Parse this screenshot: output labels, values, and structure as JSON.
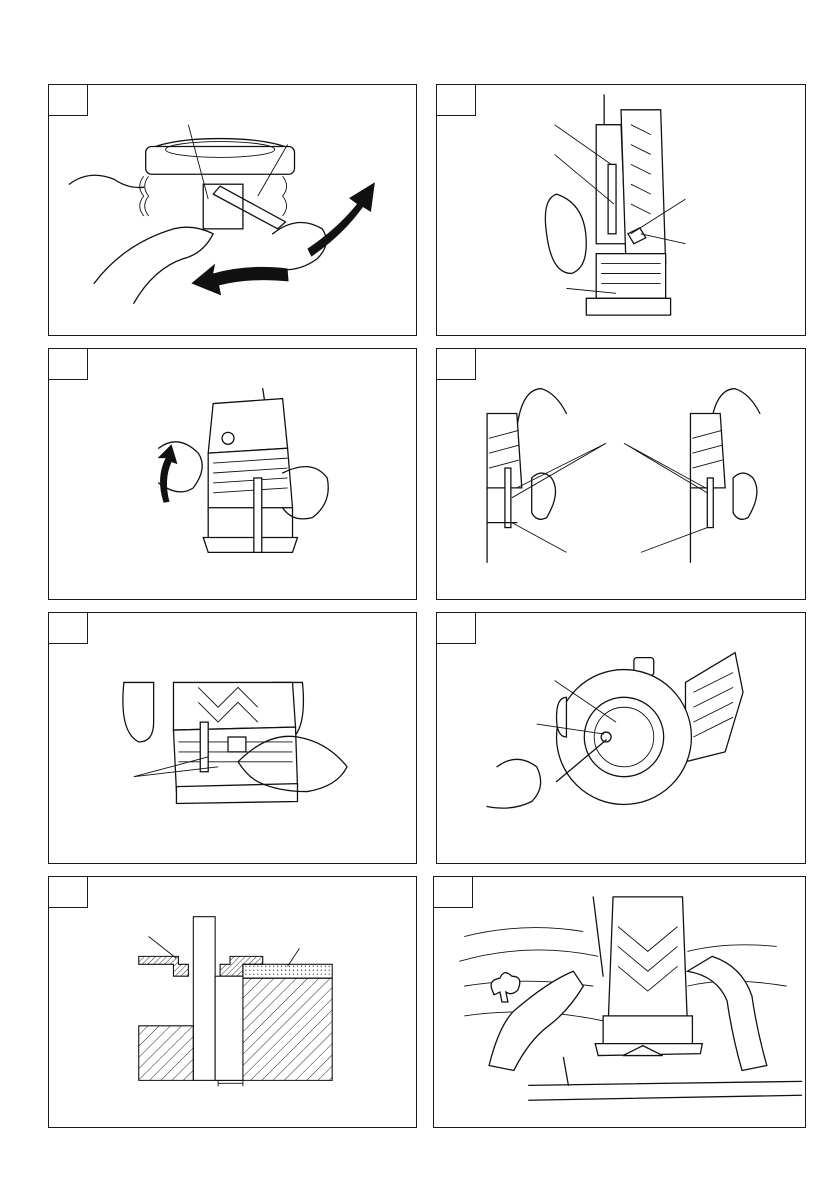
{
  "page": {
    "figures": [
      {
        "id": "fig-1",
        "subject": "wrench-bit-change"
      },
      {
        "id": "fig-2",
        "subject": "depth-stopper-pole"
      },
      {
        "id": "fig-3",
        "subject": "lock-lever-plunge"
      },
      {
        "id": "fig-4",
        "subject": "stopper-bolts"
      },
      {
        "id": "fig-5",
        "subject": "stopper-block-adjust"
      },
      {
        "id": "fig-6",
        "subject": "templet-guide-screws"
      },
      {
        "id": "fig-7",
        "subject": "templet-guide-section"
      },
      {
        "id": "fig-8",
        "subject": "routing-with-template"
      }
    ]
  }
}
